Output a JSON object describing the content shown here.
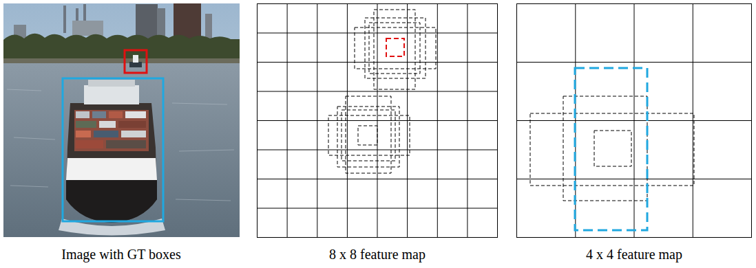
{
  "diagram": {
    "labels": [
      "Image with GT boxes",
      "8 x 8 feature map",
      "4 x 4 feature map"
    ]
  }
}
